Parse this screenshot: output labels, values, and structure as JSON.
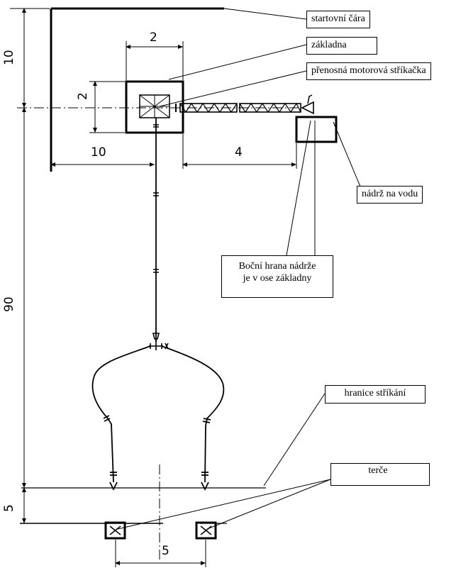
{
  "labels": {
    "start_line": "startovní čára",
    "base": "základna",
    "pump": "přenosná motorová stříkačka",
    "tank": "nádrž na vodu",
    "note_line1": "Boční hrana nádrže",
    "note_line2": "je v ose základny",
    "spray_limit": "hranice stříkání",
    "targets": "terče"
  },
  "dimensions": {
    "base_width": "2",
    "base_height": "2",
    "dist_start_to_axis": "10",
    "dist_base_to_tank": "4",
    "dist_start_to_base": "10",
    "dist_base_to_spray_limit": "90",
    "dist_spray_limit_to_targets": "5",
    "target_spacing": "5"
  },
  "colors": {
    "ink": "#000000",
    "paper": "#ffffff"
  }
}
